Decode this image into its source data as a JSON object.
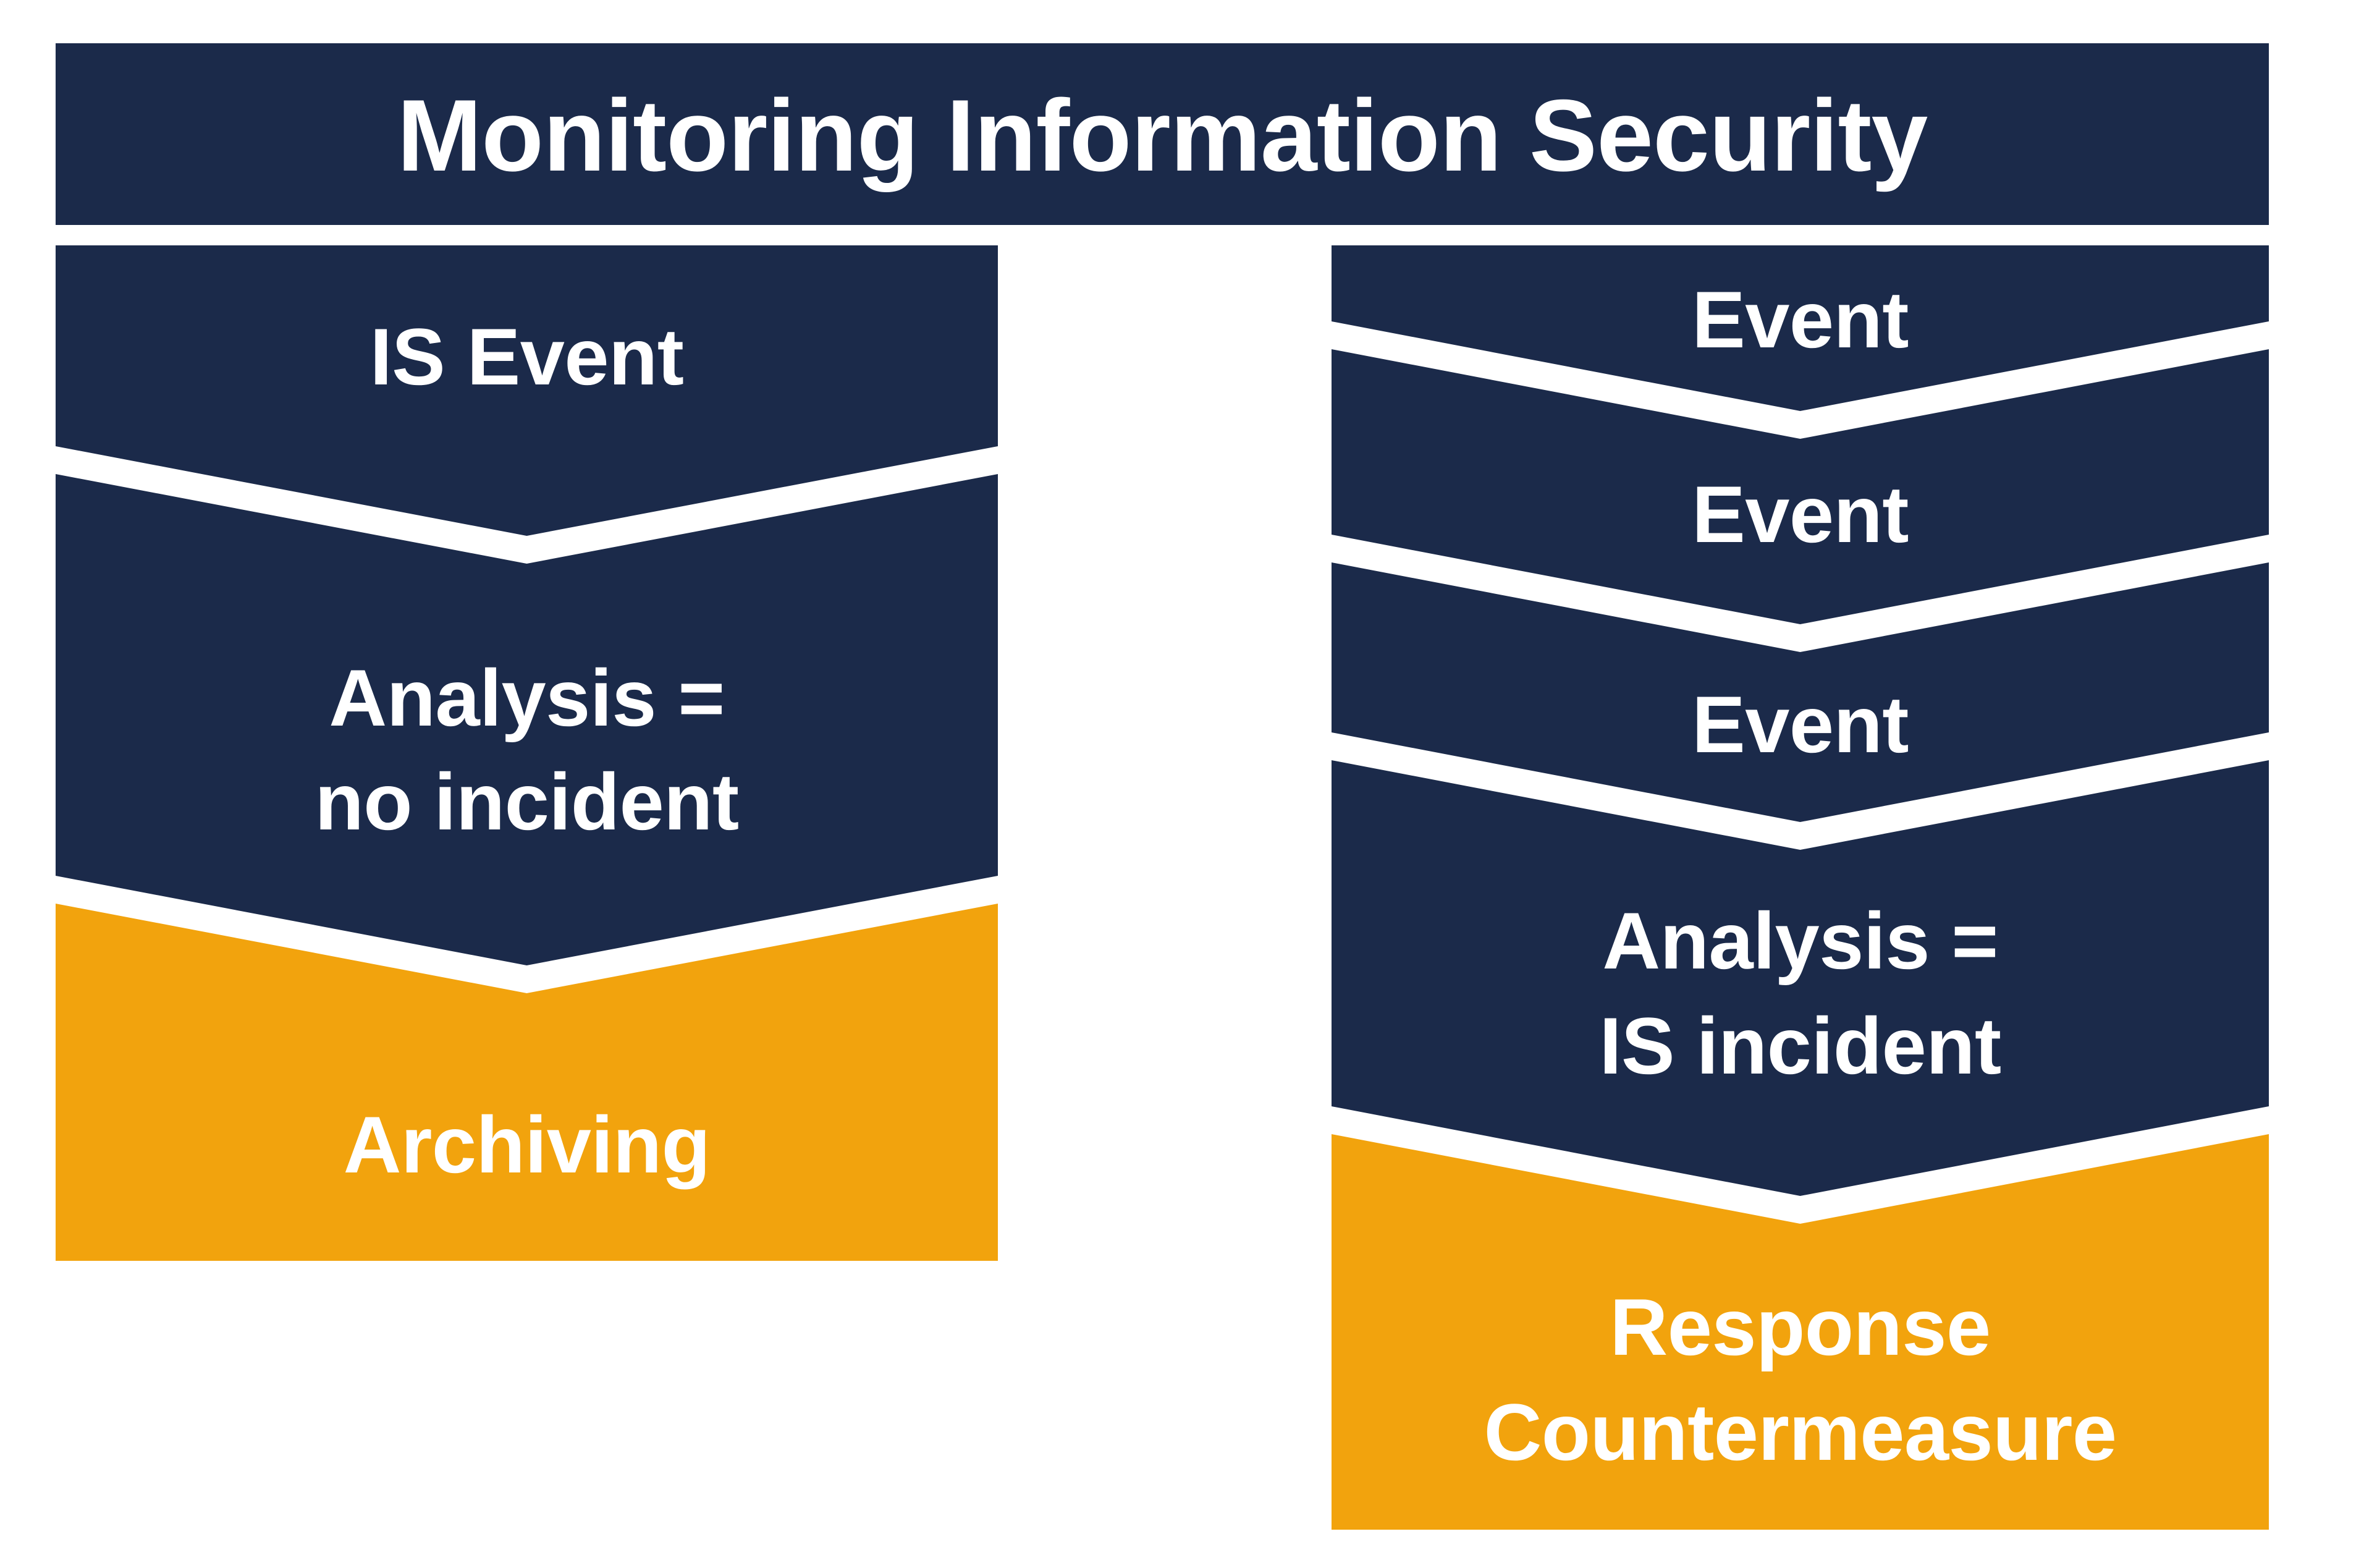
{
  "title": "Monitoring Information Security",
  "colors": {
    "navy": "#1B2A4A",
    "orange": "#F2A30D",
    "background": "#FFFFFF",
    "text": "#FFFFFF"
  },
  "left_flow": {
    "step1": {
      "label": "IS Event"
    },
    "step2": {
      "line1": "Analysis =",
      "line2": "no incident"
    },
    "step3": {
      "label": "Archiving"
    }
  },
  "right_flow": {
    "step1": {
      "label": "Event"
    },
    "step2": {
      "label": "Event"
    },
    "step3": {
      "label": "Event"
    },
    "step4": {
      "line1": "Analysis =",
      "line2": "IS incident"
    },
    "step5": {
      "line1": "Response",
      "line2": "Countermeasure"
    }
  }
}
